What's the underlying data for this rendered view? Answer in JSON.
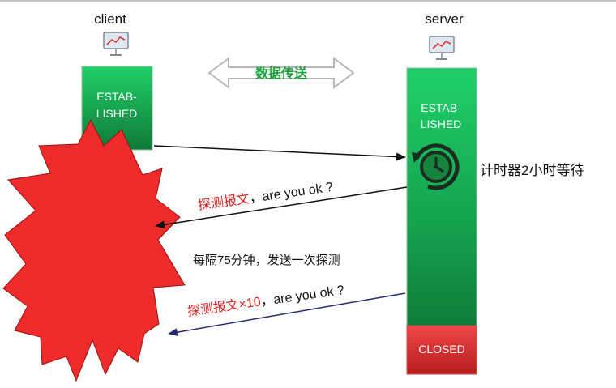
{
  "client": {
    "label": "client",
    "state_line1": "ESTAB-",
    "state_line2": "LISHED",
    "icon": "monitor-icon"
  },
  "server": {
    "label": "server",
    "state_line1": "ESTAB-",
    "state_line2": "LISHED",
    "closed_label": "CLOSED",
    "icon": "monitor-icon",
    "timer_icon": "clock-icon"
  },
  "data_transfer": {
    "label": "数据传送"
  },
  "timer": {
    "label": "计时器2小时等待"
  },
  "probe1": {
    "label_cn": "探测报文",
    "label_en": "，are you ok ?"
  },
  "interval": {
    "label": "每隔75分钟，发送一次探测"
  },
  "probe2": {
    "label_cn": "探测报文×10",
    "label_en": "，are you ok ?"
  },
  "colors": {
    "green_top": "#22cc66",
    "green_bottom": "#0f7a3a",
    "red_top": "#ee4444",
    "red_bottom": "#b01818",
    "burst": "#ee2b2b",
    "probe_text": "#e02020",
    "transfer_text": "#18a038"
  }
}
